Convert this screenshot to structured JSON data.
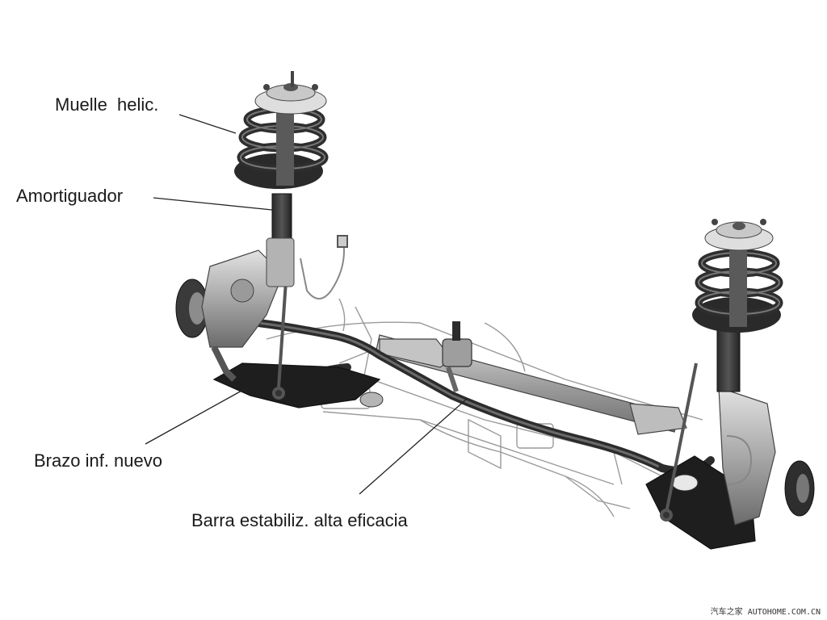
{
  "callouts": {
    "coil_spring": "Muelle  helic.",
    "shock_absorber": "Amortiguador",
    "lower_arm": "Brazo inf. nuevo",
    "stabilizer_bar": "Barra estabiliz. alta eficacia"
  },
  "watermark": "汽车之家 AUTOHOME.COM.CN",
  "colors": {
    "background": "#ffffff",
    "metal_light": "#c8c8c8",
    "metal_mid": "#8a8a8a",
    "metal_dark": "#3a3a3a",
    "line": "#222222"
  }
}
